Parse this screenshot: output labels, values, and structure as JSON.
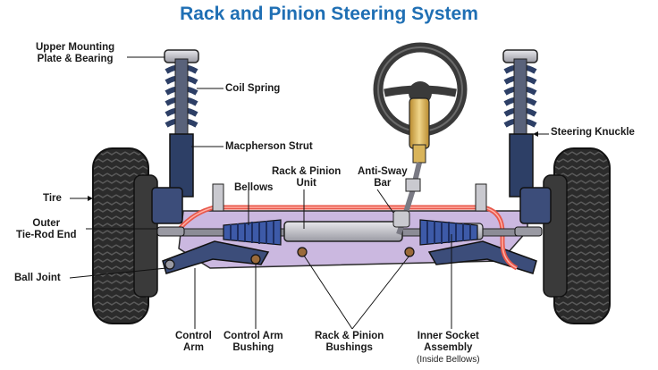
{
  "title": "Rack and Pinion Steering System",
  "labels": {
    "upper_mounting": [
      "Upper Mounting",
      "Plate & Bearing"
    ],
    "coil_spring": "Coil Spring",
    "macpherson_strut": "Macpherson Strut",
    "tire": "Tire",
    "outer_tie_rod": [
      "Outer",
      "Tie-Rod End"
    ],
    "ball_joint": "Ball Joint",
    "bellows": "Bellows",
    "rack_pinion_unit": [
      "Rack & Pinion",
      "Unit"
    ],
    "anti_sway_bar": [
      "Anti-Sway",
      "Bar"
    ],
    "steering_knuckle": "Steering Knuckle",
    "control_arm": [
      "Control",
      "Arm"
    ],
    "control_arm_bushing": [
      "Control Arm",
      "Bushing"
    ],
    "rack_pinion_bushings": [
      "Rack & Pinion",
      "Bushings"
    ],
    "inner_socket": [
      "Inner Socket",
      "Assembly"
    ],
    "inner_socket_note": "(Inside Bellows)"
  },
  "colors": {
    "title": "#1f6fb4",
    "anti_sway_bar": "#e8574a",
    "bellows": "#3d5aa8",
    "strut": "#2d3f66",
    "tire": "#2b2b2b",
    "crossmember": "#cbb8e0",
    "steering_column": "#d9b45a"
  }
}
